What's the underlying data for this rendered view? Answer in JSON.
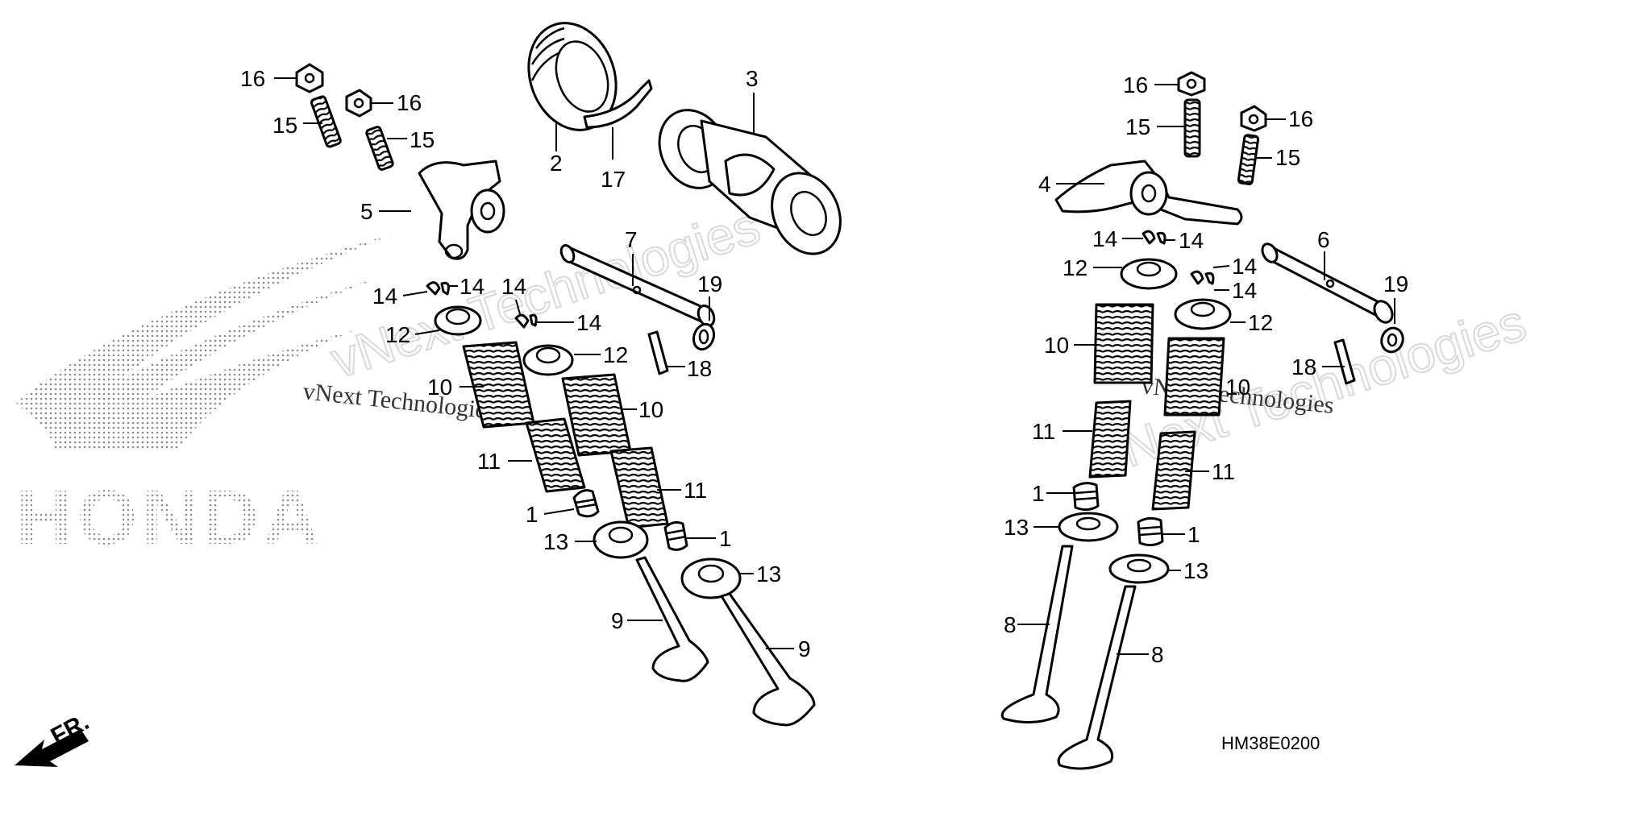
{
  "diagram": {
    "code": "HM38E0200",
    "direction_label": "FR.",
    "brand_logo_text": "HONDA",
    "watermark_small": "vNext Technologies",
    "watermark_large": "vNext Technologies",
    "callouts": {
      "n1": "1",
      "n2": "2",
      "n3": "3",
      "n4": "4",
      "n5": "5",
      "n6": "6",
      "n7": "7",
      "n8": "8",
      "n9": "9",
      "n10": "10",
      "n11": "11",
      "n12": "12",
      "n13": "13",
      "n14": "14",
      "n15": "15",
      "n16": "16",
      "n17": "17",
      "n18": "18",
      "n19": "19"
    }
  }
}
